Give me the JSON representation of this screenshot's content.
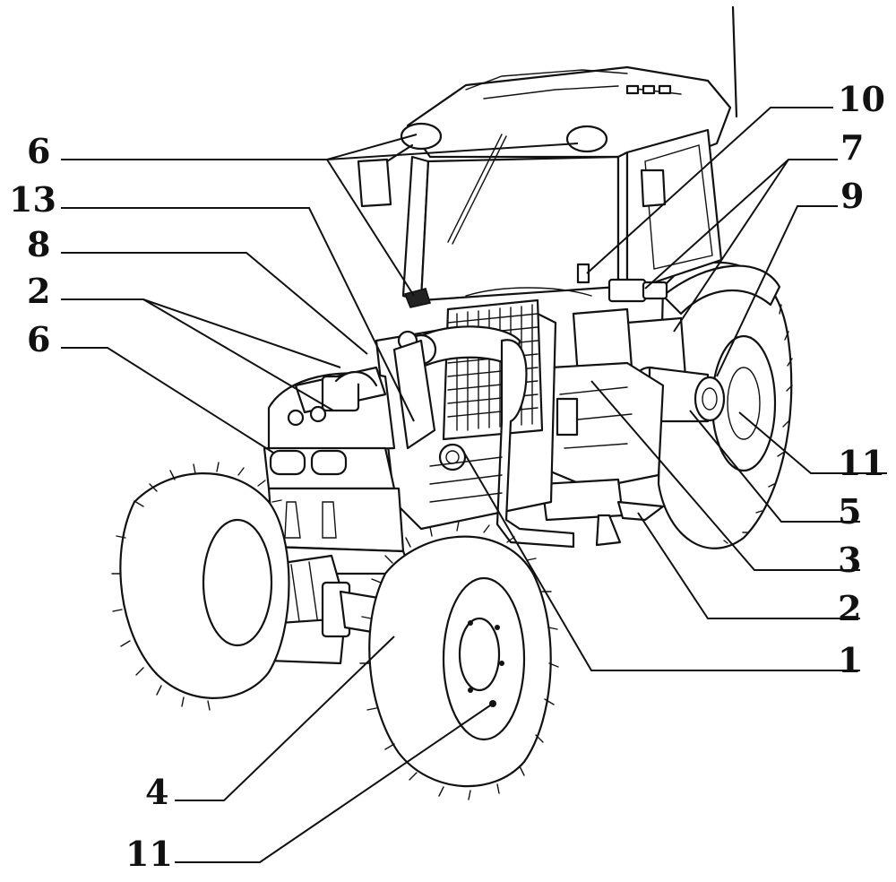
{
  "diagram": {
    "labels": [
      {
        "id": "lbl-6-top",
        "text": "6"
      },
      {
        "id": "lbl-13",
        "text": "13"
      },
      {
        "id": "lbl-8",
        "text": "8"
      },
      {
        "id": "lbl-2-left",
        "text": "2"
      },
      {
        "id": "lbl-6-left",
        "text": "6"
      },
      {
        "id": "lbl-10",
        "text": "10"
      },
      {
        "id": "lbl-7",
        "text": "7"
      },
      {
        "id": "lbl-9",
        "text": "9"
      },
      {
        "id": "lbl-11-right",
        "text": "11"
      },
      {
        "id": "lbl-5",
        "text": "5"
      },
      {
        "id": "lbl-3",
        "text": "3"
      },
      {
        "id": "lbl-2-right",
        "text": "2"
      },
      {
        "id": "lbl-1",
        "text": "1"
      },
      {
        "id": "lbl-4",
        "text": "4"
      },
      {
        "id": "lbl-11-bottom",
        "text": "11"
      }
    ]
  }
}
